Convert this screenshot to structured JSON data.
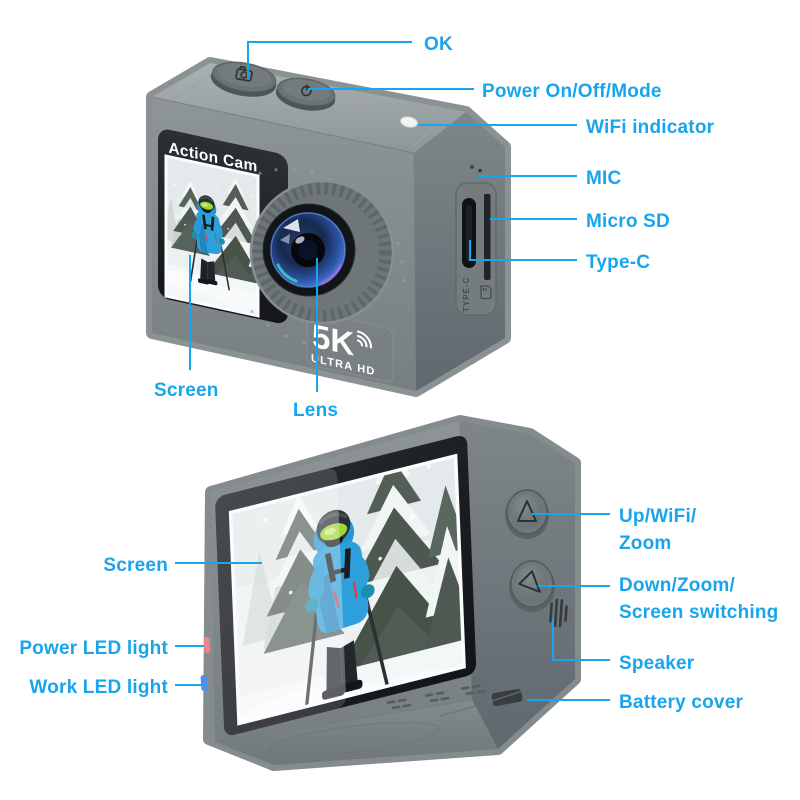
{
  "colors": {
    "label_text": "#18a5ec",
    "leader_line": "#18a5ec",
    "body_gray": "#868d90",
    "body_side_gray": "#6f7779",
    "screen_bezel": "#17191c",
    "power_led_red": "#ee8487",
    "work_led_blue": "#4e8fe9",
    "jacket_blue": "#2da0dc",
    "background": "#ffffff"
  },
  "device": {
    "brand": "Action Cam",
    "logo_main": "5K",
    "logo_sub": "ULTRA HD",
    "side_marking": "TYPE-C"
  },
  "front": {
    "labels": {
      "ok": "OK",
      "power_mode": "Power On/Off/Mode",
      "wifi": "WiFi indicator",
      "mic": "MIC",
      "micro_sd": "Micro SD",
      "type_c": "Type-C",
      "screen": "Screen",
      "lens": "Lens"
    }
  },
  "back": {
    "labels": {
      "screen": "Screen",
      "power_led": "Power LED light",
      "work_led": "Work LED light",
      "up1": "Up/WiFi/",
      "up2": "Zoom",
      "down1": "Down/Zoom/",
      "down2": "Screen switching",
      "speaker": "Speaker",
      "battery": "Battery cover"
    }
  }
}
